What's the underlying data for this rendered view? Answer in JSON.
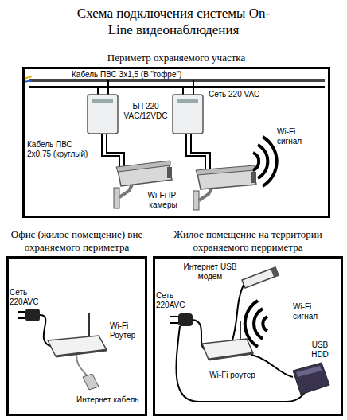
{
  "diagram": {
    "title": "Схема подключения системы On-Line видеонаблюдения",
    "nodes": [
      {
        "text": [
          "Периметр охраняемого участка"
        ]
      },
      {
        "text": [
          "Офис (жилое помещение) вне охраняемого периметра"
        ]
      },
      {
        "text": [
          "Жилое помещение на территории охраняемого перриметра"
        ]
      }
    ],
    "labels": [
      "Кабель ПВС 3х1,5 (В \"гофре\")",
      "Сеть 220 VAC",
      "БП 220 VAC/12VDC",
      "Кабель ПВС 2х0,75 (круглый)",
      "Wi-Fi сигнал",
      "Wi-Fi IP-камеры",
      "Сеть 220AVC",
      "Wi-Fi Роутер",
      "Интернет кабель",
      "Интернет USB модем",
      "Сеть 220AVC",
      "Wi-Fi сигнал",
      "Wi-Fi роутер",
      "USB HDD"
    ]
  }
}
